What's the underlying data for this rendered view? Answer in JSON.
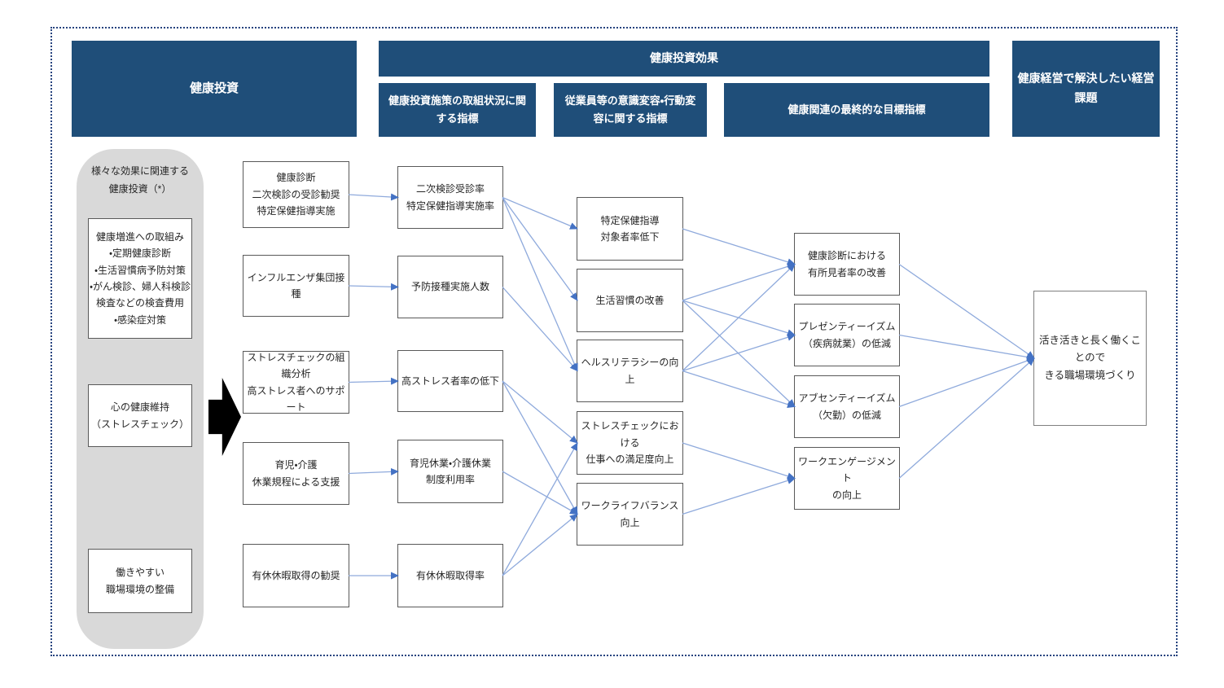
{
  "diagram": {
    "headers": {
      "investment": "健康投資",
      "effect": "健康投資効果",
      "sub_metrics_1": "健康投資施策の取組状況に関\nする指標",
      "sub_metrics_2": "従業員等の意識変容・行動変\n容に関する指標",
      "sub_metrics_3": "健康関連の最終的な目標指標",
      "management_issue": "健康経営で解決したい経営\n課題"
    },
    "panel": {
      "title": "様々な効果に関連する\n健康投資（*）"
    },
    "nodes": {
      "g1": {
        "label": "健康増進への取組み\n・定期健康診断\n・生活習慣病予防対策\n・がん検診、婦人科検診\n検査などの検査費用\n・感染症対策"
      },
      "g2": {
        "label": "心の健康維持\n（ストレスチェック）"
      },
      "g3": {
        "label": "働きやすい\n職場環境の整備"
      },
      "c2r1": {
        "label": "健康診断\n二次検診の受診勧奨\n特定保健指導実施"
      },
      "c2r2": {
        "label": "インフルエンザ集団接種"
      },
      "c2r3": {
        "label": "ストレスチェックの組織分析\n高ストレス者へのサポート"
      },
      "c2r4": {
        "label": "育児・介護\n休業規程による支援"
      },
      "c2r5": {
        "label": "有休休暇取得の勧奨"
      },
      "c3r1": {
        "label": "二次検診受診率\n特定保健指導実施率"
      },
      "c3r2": {
        "label": "予防接種実施人数"
      },
      "c3r3": {
        "label": "高ストレス者率の低下"
      },
      "c3r4": {
        "label": "育児休業・介護休業\n制度利用率"
      },
      "c3r5": {
        "label": "有休休暇取得率"
      },
      "c4r1": {
        "label": "特定保健指導\n対象者率低下"
      },
      "c4r2": {
        "label": "生活習慣の改善"
      },
      "c4r3": {
        "label": "ヘルスリテラシーの向上"
      },
      "c4r4": {
        "label": "ストレスチェックにおける\n仕事への満足度向上"
      },
      "c4r5": {
        "label": "ワークライフバランス\n向上"
      },
      "c5r1": {
        "label": "健康診断における\n有所見者率の改善"
      },
      "c5r2": {
        "label": "プレゼンティーイズム\n（疾病就業）の低減"
      },
      "c5r3": {
        "label": "アブセンティーイズム\n（欠勤）の低減"
      },
      "c5r4": {
        "label": "ワークエンゲージメント\nの向上"
      },
      "goal": {
        "label": "活き活きと長く働くことので\nきる職場環境づくり"
      }
    },
    "edges": [
      {
        "from": "c2r1",
        "to": "c3r1"
      },
      {
        "from": "c2r2",
        "to": "c3r2"
      },
      {
        "from": "c2r3",
        "to": "c3r3"
      },
      {
        "from": "c2r4",
        "to": "c3r4"
      },
      {
        "from": "c2r5",
        "to": "c3r5"
      },
      {
        "from": "c3r1",
        "to": "c4r1"
      },
      {
        "from": "c3r1",
        "to": "c4r2"
      },
      {
        "from": "c3r1",
        "to": "c4r3"
      },
      {
        "from": "c3r2",
        "to": "c4r3"
      },
      {
        "from": "c3r3",
        "to": "c4r4"
      },
      {
        "from": "c3r3",
        "to": "c4r5"
      },
      {
        "from": "c3r4",
        "to": "c4r5"
      },
      {
        "from": "c3r5",
        "to": "c4r4"
      },
      {
        "from": "c3r5",
        "to": "c4r5"
      },
      {
        "from": "c4r1",
        "to": "c5r1"
      },
      {
        "from": "c4r2",
        "to": "c5r1"
      },
      {
        "from": "c4r2",
        "to": "c5r2"
      },
      {
        "from": "c4r2",
        "to": "c5r3"
      },
      {
        "from": "c4r3",
        "to": "c5r1"
      },
      {
        "from": "c4r3",
        "to": "c5r2"
      },
      {
        "from": "c4r3",
        "to": "c5r3"
      },
      {
        "from": "c4r4",
        "to": "c5r4"
      },
      {
        "from": "c4r5",
        "to": "c5r4"
      },
      {
        "from": "c5r1",
        "to": "goal"
      },
      {
        "from": "c5r2",
        "to": "goal"
      },
      {
        "from": "c5r3",
        "to": "goal"
      },
      {
        "from": "c5r4",
        "to": "goal"
      }
    ],
    "colors": {
      "header_bg": "#1f4e79",
      "header_text": "#ffffff",
      "panel_bg": "#d9d9d9",
      "box_border": "#595959",
      "goal_border": "#7f7f7f",
      "line": "#8faadc",
      "arrow": "#4472c4",
      "text": "#262626",
      "frame": "#26437e",
      "flow_arrow": "#000000"
    }
  }
}
